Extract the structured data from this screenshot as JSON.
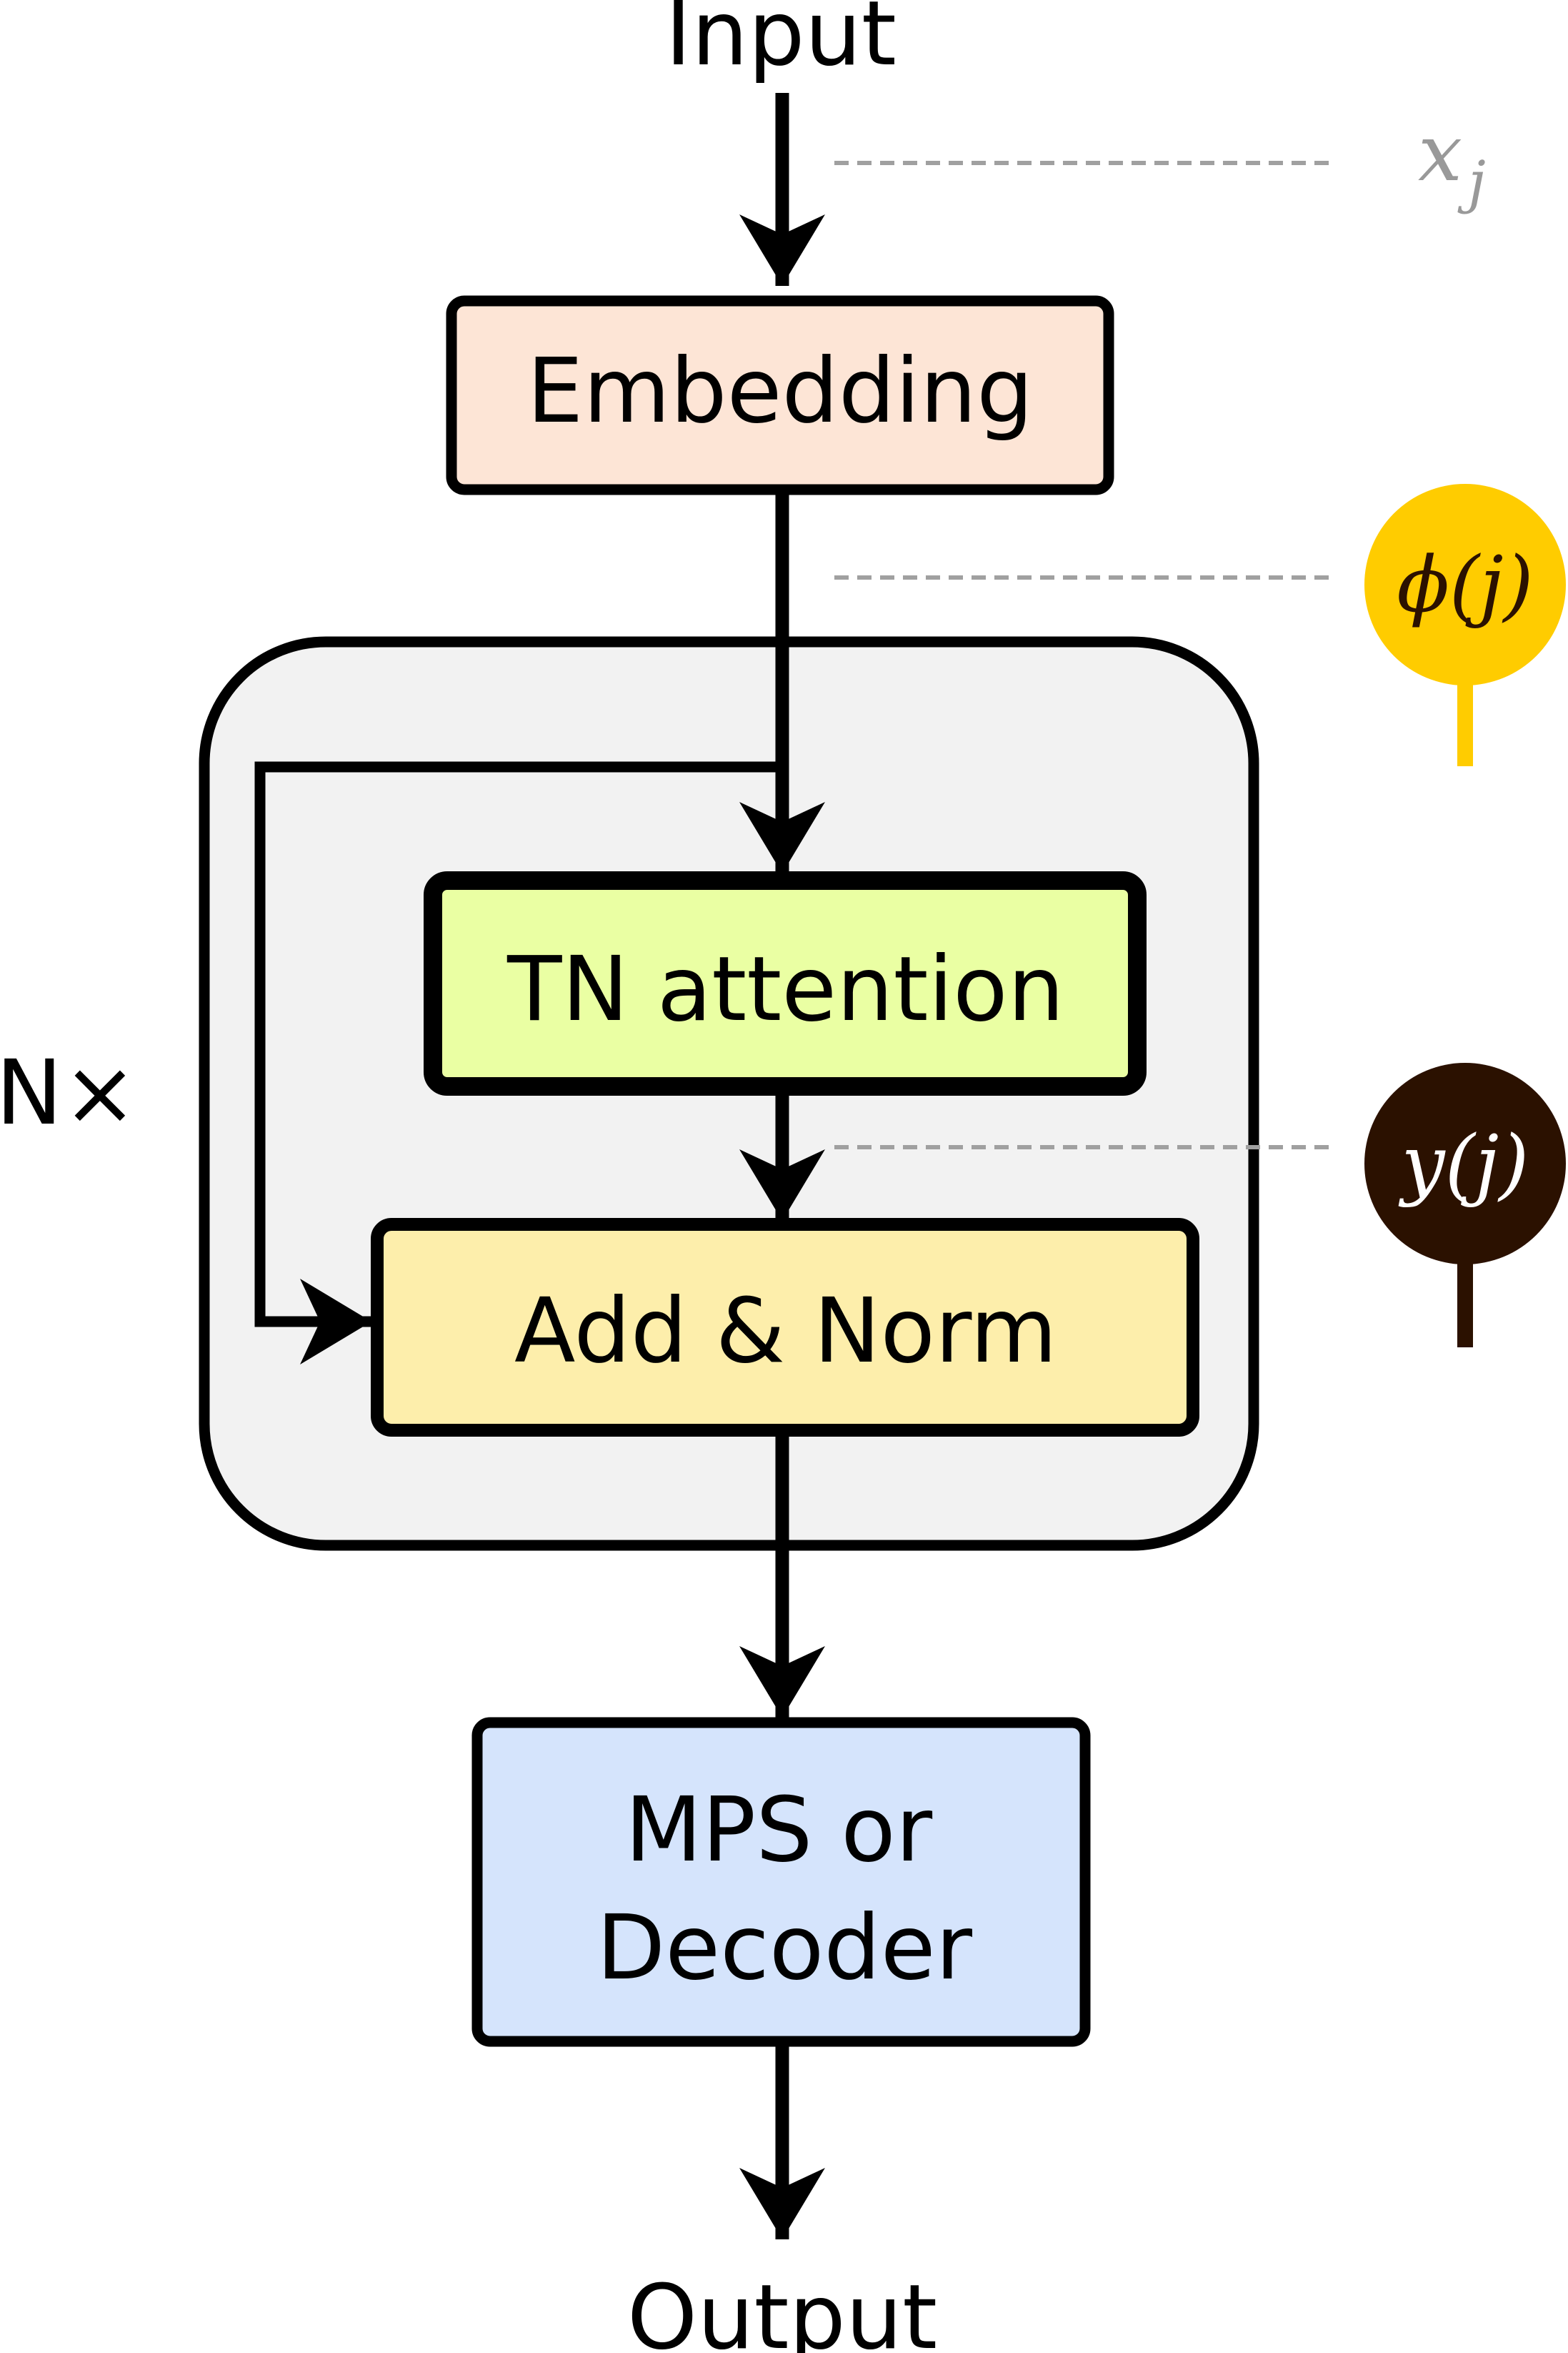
{
  "diagram": {
    "input_label": "Input",
    "output_label": "Output",
    "repeat_label": "N×",
    "embedding_label": "Embedding",
    "tn_attention_label": "TN attention",
    "add_norm_label": "Add & Norm",
    "decoder_label_line1": "MPS or",
    "decoder_label_line2": "Decoder",
    "annotations": {
      "x_j": "x",
      "x_j_sub": "j",
      "phi_j": "ϕ(j)",
      "y_j": "y(j)"
    }
  },
  "colors": {
    "embedding_fill": "#fde5d6",
    "tn_attention_fill": "#eaffa3",
    "add_norm_fill": "#fdeeab",
    "decoder_fill": "#d5e4fc",
    "block_fill": "#f2f2f2",
    "phi_node": "#ffcc00",
    "y_node": "#2b1100",
    "dashed_line": "#a0a0a0",
    "x_j_text": "#999999"
  }
}
